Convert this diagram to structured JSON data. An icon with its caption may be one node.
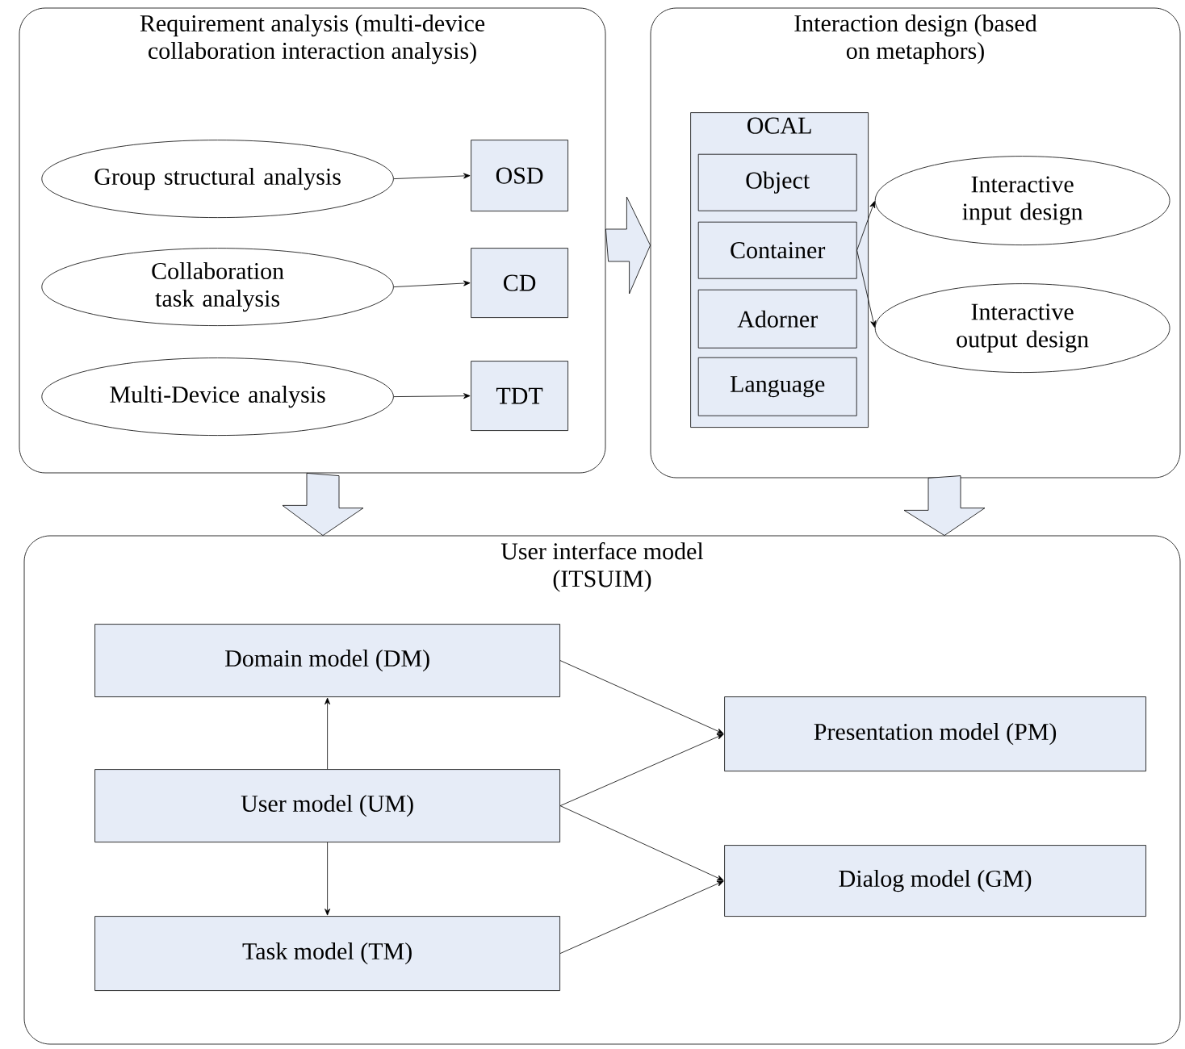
{
  "diagram": {
    "nodes": [
      {
        "text": [
          "Requirement analysis (multi-device collaboration interaction analysis)"
        ]
      },
      {
        "text": [
          "Group structural analysis"
        ],
        "in": 0
      },
      {
        "text": [
          "OSD"
        ],
        "in": 0
      },
      {
        "text": [
          "Collaboration task analysis"
        ],
        "in": 0
      },
      {
        "text": [
          "CD"
        ],
        "in": 0
      },
      {
        "text": [
          "Multi-Device analysis"
        ],
        "in": 0
      },
      {
        "text": [
          "TDT"
        ],
        "in": 0
      },
      {
        "text": [
          "Interaction design (based on metaphors)"
        ]
      },
      {
        "text": [
          "OCAL"
        ],
        "in": 7
      },
      {
        "text": [
          "Object"
        ],
        "in": 8
      },
      {
        "text": [
          "Container"
        ],
        "in": 8
      },
      {
        "text": [
          "Adorner"
        ],
        "in": 8
      },
      {
        "text": [
          "Language"
        ],
        "in": 8
      },
      {
        "text": [
          "Interactive input design"
        ],
        "in": 7
      },
      {
        "text": [
          "Interactive output design"
        ],
        "in": 7
      },
      {
        "text": [
          "User interface model (ITSUIM)"
        ]
      },
      {
        "text": [
          "Domain model (DM)"
        ],
        "in": 15
      },
      {
        "text": [
          "User model (UM)"
        ],
        "in": 15
      },
      {
        "text": [
          "Task model (TM)"
        ],
        "in": 15
      },
      {
        "text": [
          "Presentation model (PM)"
        ],
        "in": 15
      },
      {
        "text": [
          "Dialog model (GM)"
        ],
        "in": 15
      }
    ],
    "edges": [
      {
        "from": 1,
        "to": 2,
        "arrow": "to"
      },
      {
        "from": 3,
        "to": 4,
        "arrow": "to"
      },
      {
        "from": 5,
        "to": 6,
        "arrow": "to"
      },
      {
        "from": 0,
        "to": 7,
        "arrow": "to",
        "style": "thick"
      },
      {
        "from": 10,
        "to": 13,
        "arrow": "to"
      },
      {
        "from": 10,
        "to": 14,
        "arrow": "to"
      },
      {
        "from": 0,
        "to": 15,
        "arrow": "to",
        "style": "thick"
      },
      {
        "from": 7,
        "to": 15,
        "arrow": "to",
        "style": "thick"
      },
      {
        "from": 17,
        "to": 16,
        "arrow": "to"
      },
      {
        "from": 17,
        "to": 18,
        "arrow": "to"
      },
      {
        "from": 16,
        "to": 19,
        "arrow": "to"
      },
      {
        "from": 17,
        "to": 19,
        "arrow": "to"
      },
      {
        "from": 17,
        "to": 20,
        "arrow": "to"
      },
      {
        "from": 18,
        "to": 20,
        "arrow": "to"
      }
    ]
  }
}
